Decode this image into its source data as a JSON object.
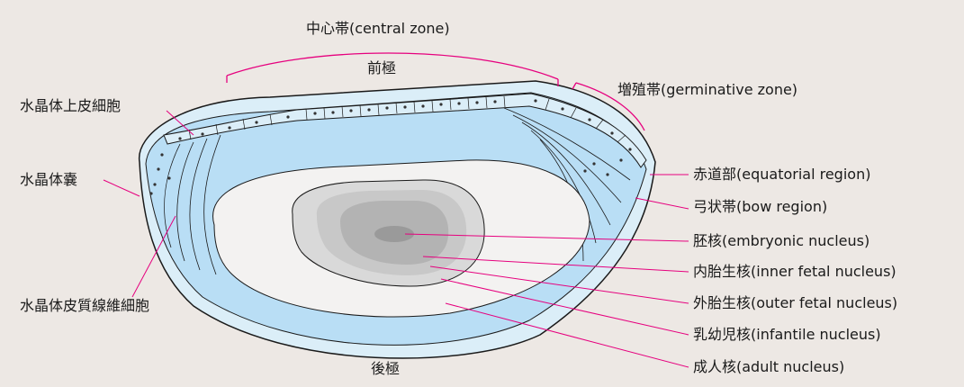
{
  "colors": {
    "background": "#ede8e4",
    "capsule_fill": "#dbeef8",
    "cortex_fill": "#b9def5",
    "adult_nucleus_fill": "#f3f2f1",
    "infantile_nucleus_fill": "#d9d9d9",
    "fetal_nucleus_fill": "#c2c2c2",
    "embryonic_nucleus_fill": "#a1a1a1",
    "leader_line": "#e6007e",
    "outline": "#1a1a1a"
  },
  "labels": {
    "central_zone": "中心帯(central zone)",
    "anterior_pole": "前極",
    "germinative_zone": "増殖帯(germinative zone)",
    "lens_epithelium": "水晶体上皮細胞",
    "lens_capsule": "水晶体嚢",
    "lens_fiber_cells": "水晶体皮質線維細胞",
    "posterior_pole": "後極",
    "equatorial_region": "赤道部(equatorial region)",
    "bow_region": "弓状帯(bow region)",
    "embryonic_nucleus": "胚核(embryonic nucleus)",
    "inner_fetal_nucleus": "内胎生核(inner fetal nucleus)",
    "outer_fetal_nucleus": "外胎生核(outer fetal nucleus)",
    "infantile_nucleus": "乳幼児核(infantile nucleus)",
    "adult_nucleus": "成人核(adult nucleus)"
  }
}
